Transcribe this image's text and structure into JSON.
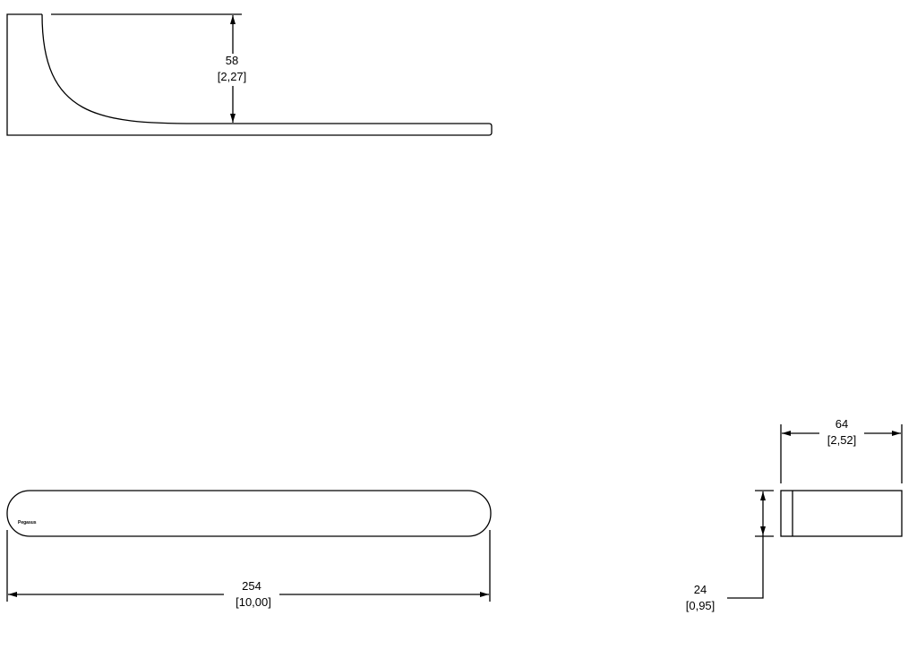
{
  "drawing": {
    "top_view": {
      "dimension_mm": "58",
      "dimension_in": "[2,27]"
    },
    "front_view": {
      "dimension_mm": "254",
      "dimension_in": "[10,00]",
      "logo_text": "Pegasus"
    },
    "side_view": {
      "width_mm": "64",
      "width_in": "[2,52]",
      "thickness_mm": "24",
      "thickness_in": "[0,95]"
    },
    "line_color": "#000000",
    "background": "#ffffff"
  }
}
